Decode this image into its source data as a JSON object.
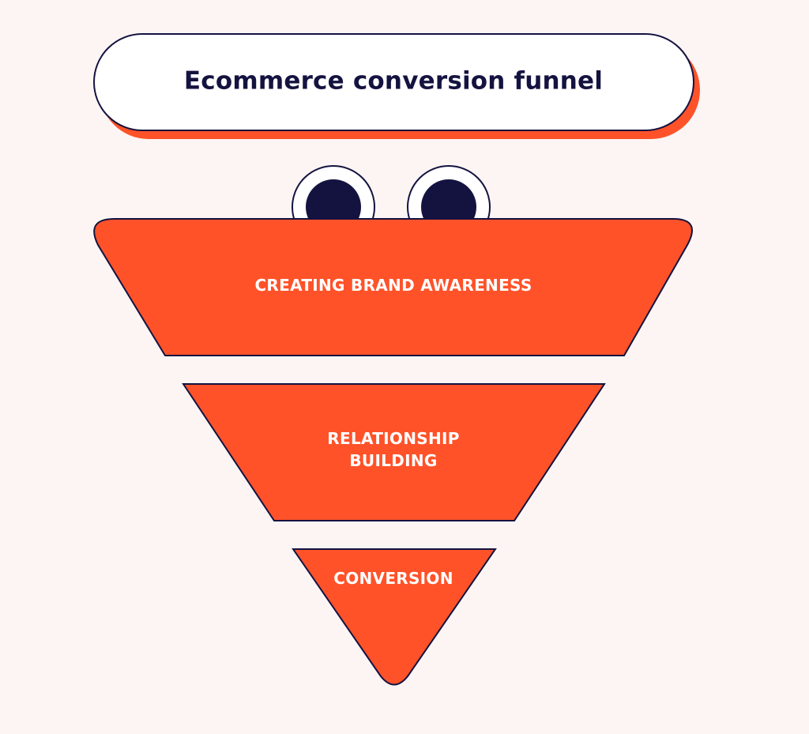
{
  "title": "Ecommerce conversion funnel",
  "stages": [
    {
      "label_lines": [
        "CREATING BRAND AWARENESS"
      ]
    },
    {
      "label_lines": [
        "RELATIONSHIP",
        "BUILDING"
      ]
    },
    {
      "label_lines": [
        "CONVERSION"
      ]
    }
  ],
  "colors": {
    "background": "#fdf5f4",
    "funnel_fill": "#ff5229",
    "outline": "#141340",
    "title_shadow": "#ff5229",
    "title_box": "#ffffff",
    "stage_text": "#ffffff",
    "title_text": "#141340"
  },
  "icons": {
    "eyes": "cartoon-eyes-icon"
  }
}
